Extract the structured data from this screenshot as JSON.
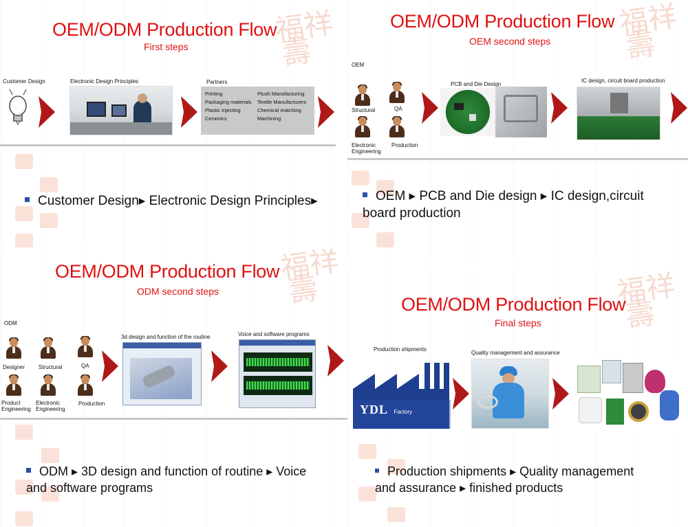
{
  "colors": {
    "title_red": "#e01010",
    "arrow_red": "#b01818",
    "bullet_blue": "#2a4fa8",
    "factory_blue": "#1e3f8f"
  },
  "slide1": {
    "title": "OEM/ODM Production Flow",
    "subtitle": "First steps",
    "labels": {
      "customer_design": "Customer Design",
      "edp": "Electronic Design Principles",
      "partners": "Partners"
    },
    "partners_items": [
      "Printing",
      "Plush Manufacturing",
      "Packaging materials",
      "Textile Manufacturers",
      "Plastic injecting",
      "Chemical matching",
      "Ceramics",
      "Machining"
    ],
    "bullet": "Customer Design▸ Electronic Design Principles▸"
  },
  "slide2": {
    "title": "OEM/ODM Production Flow",
    "subtitle": "OEM second steps",
    "labels": {
      "oem": "OEM",
      "structural": "Structural",
      "qa": "QA",
      "electronic_engineering": "Electronic Engineering",
      "production": "Production",
      "pcb": "PCB and Die Design",
      "ic": "IC design, circuit board production"
    },
    "bullet": "OEM ▸ PCB and Die design ▸ IC design,circuit board production"
  },
  "slide3": {
    "title": "OEM/ODM Production Flow",
    "subtitle": "ODM second steps",
    "labels": {
      "odm": "ODM",
      "designer": "Designer",
      "structural": "Structural",
      "qa": "QA",
      "product_engineering": "Product Engineering",
      "electronic_engineering": "Electronic Engineering",
      "production": "Production",
      "design3d": "3d design and function of the routine",
      "voice": "Voice and software programs"
    },
    "bullet": "ODM ▸ 3D design and function of routine ▸ Voice and software programs"
  },
  "slide4": {
    "title": "OEM/ODM Production Flow",
    "subtitle": "Final steps",
    "labels": {
      "shipments": "Production shipments",
      "quality": "Quality management and assurance",
      "factory_logo": "YDL",
      "factory_word": "Factory"
    },
    "bullet": "Production shipments ▸ Quality management and assurance ▸ finished products"
  }
}
